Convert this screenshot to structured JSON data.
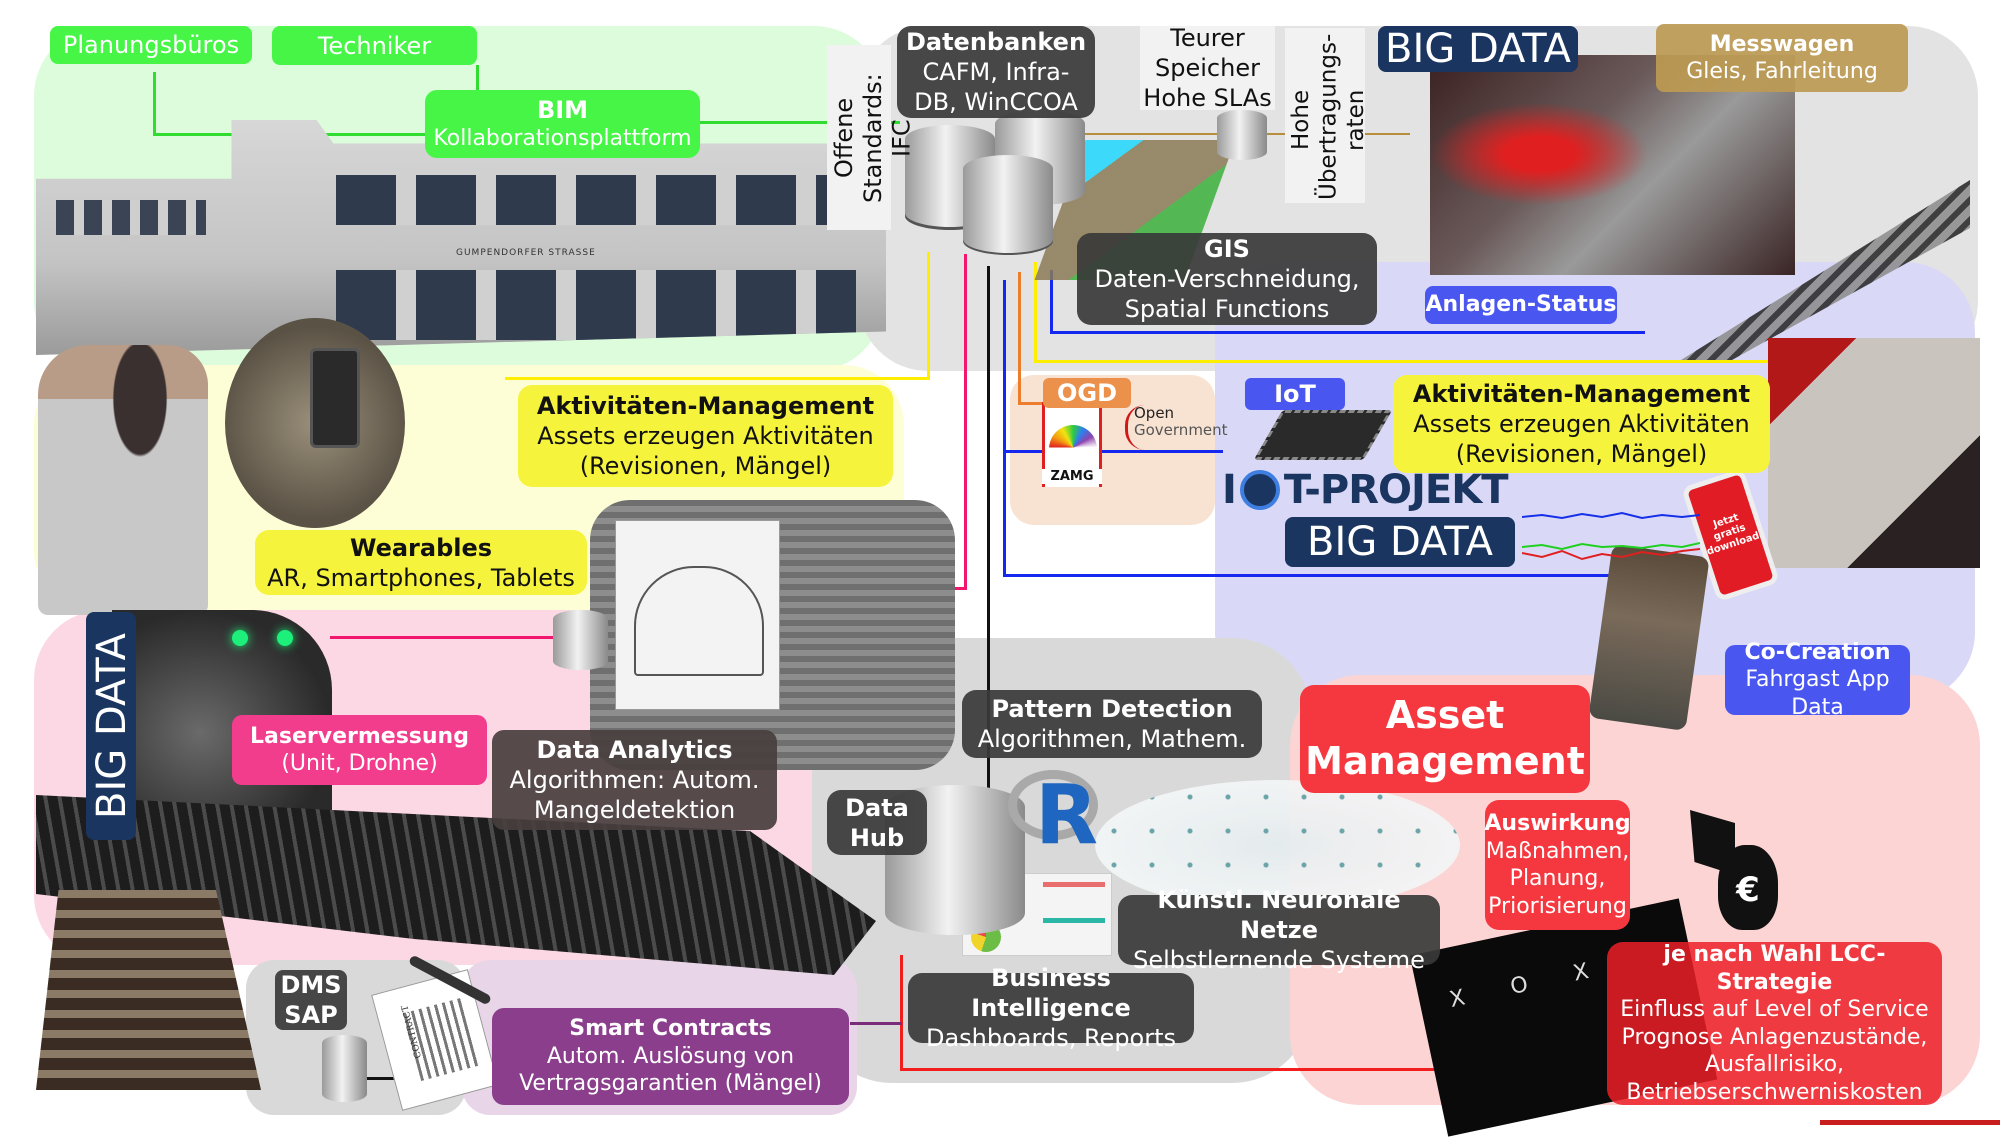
{
  "title": "Asset Management Big Data Architecture",
  "colors": {
    "zone_green": "#dcfcdc",
    "zone_yellow": "#fefed6",
    "zone_pink": "#fcd8e4",
    "zone_grey": "#d9d9d9",
    "zone_blue": "#d8d8f8",
    "zone_red": "#fcd4d4",
    "accent_green": "#47f547",
    "accent_yellow": "#f6f33c",
    "accent_blue": "#4a56f0",
    "accent_red": "#f5383f",
    "accent_purple": "#8a3e8c",
    "accent_gold": "#bd9a52",
    "accent_navy": "#1a3560",
    "accent_orange": "#eb914c",
    "accent_pink": "#f23c8c"
  },
  "bim": {
    "planungsbueros": "Planungsbüros",
    "techniker": "Techniker",
    "title": "BIM",
    "subtitle": "Kollaborationsplattform",
    "building_sign": "GUMPENDORFER STRASSE"
  },
  "ifc": {
    "line1": "Offene",
    "line2": "Standards: IFC"
  },
  "datenbanken": {
    "title": "Datenbanken",
    "line1": "CAFM, Infra-",
    "line2": "DB, WinCCOA"
  },
  "speicher": {
    "line1": "Teurer",
    "line2": "Speicher",
    "line3": "Hohe SLAs"
  },
  "uebertragung": {
    "line1": "Hohe",
    "line2": "Übertragungs-",
    "line3": "raten"
  },
  "big_data_top": "BIG DATA",
  "messwagen": {
    "title": "Messwagen",
    "subtitle": "Gleis, Fahrleitung"
  },
  "gis": {
    "title": "GIS",
    "line1": "Daten-Verschneidung,",
    "line2": "Spatial Functions"
  },
  "anlagen_status": "Anlagen-Status",
  "aktivitaeten_left": {
    "title": "Aktivitäten-Management",
    "line1": "Assets erzeugen Aktivitäten",
    "line2": "(Revisionen, Mängel)"
  },
  "aktivitaeten_right": {
    "title": "Aktivitäten-Management",
    "line1": "Assets erzeugen Aktivitäten",
    "line2": "(Revisionen, Mängel)"
  },
  "wearables": {
    "title": "Wearables",
    "subtitle": "AR, Smartphones, Tablets"
  },
  "ogd": {
    "label": "OGD",
    "zamg": "ZAMG",
    "open": "Open",
    "government": "Government"
  },
  "iot": {
    "label": "IoT",
    "projekt": "T-PROJEKT",
    "projekt_prefix": "I",
    "big_data": "BIG DATA"
  },
  "app_phone": {
    "line1": "Jetzt gratis",
    "line2": "downloaden!"
  },
  "co_creation": {
    "title": "Co-Creation",
    "subtitle": "Fahrgast App Data"
  },
  "big_data_left": "BIG DATA",
  "laser": {
    "title": "Laservermessung",
    "subtitle": "(Unit, Drohne)"
  },
  "data_analytics": {
    "title": "Data Analytics",
    "line1": "Algorithmen: Autom.",
    "line2": "Mangeldetektion"
  },
  "pattern": {
    "title": "Pattern Detection",
    "subtitle": "Algorithmen, Mathem."
  },
  "data_hub": {
    "line1": "Data",
    "line2": "Hub"
  },
  "r_logo": "R",
  "knn": {
    "title": "Künstl. Neuronale Netze",
    "subtitle": "Selbstlernende Systeme"
  },
  "bi": {
    "title": "Business Intelligence",
    "subtitle": "Dashboards, Reports"
  },
  "dms": {
    "line1": "DMS",
    "line2": "SAP"
  },
  "contract_label": "CONTRACT",
  "smart_contracts": {
    "title": "Smart Contracts",
    "line1": "Autom. Auslösung von",
    "line2": "Vertragsgarantien (Mängel)"
  },
  "asset_mgmt": {
    "line1": "Asset",
    "line2": "Management"
  },
  "auswirkung": {
    "title": "Auswirkung",
    "line1": "Maßnahmen,",
    "line2": "Planung,",
    "line3": "Priorisierung"
  },
  "euro_symbol": "€",
  "lcc": {
    "title": "je nach Wahl LCC-Strategie",
    "line1": "Einfluss auf  Level of Service",
    "line2": "Prognose Anlagenzustände,",
    "line3": "Ausfallrisiko,",
    "line4": "Betriebserschwerniskosten"
  }
}
